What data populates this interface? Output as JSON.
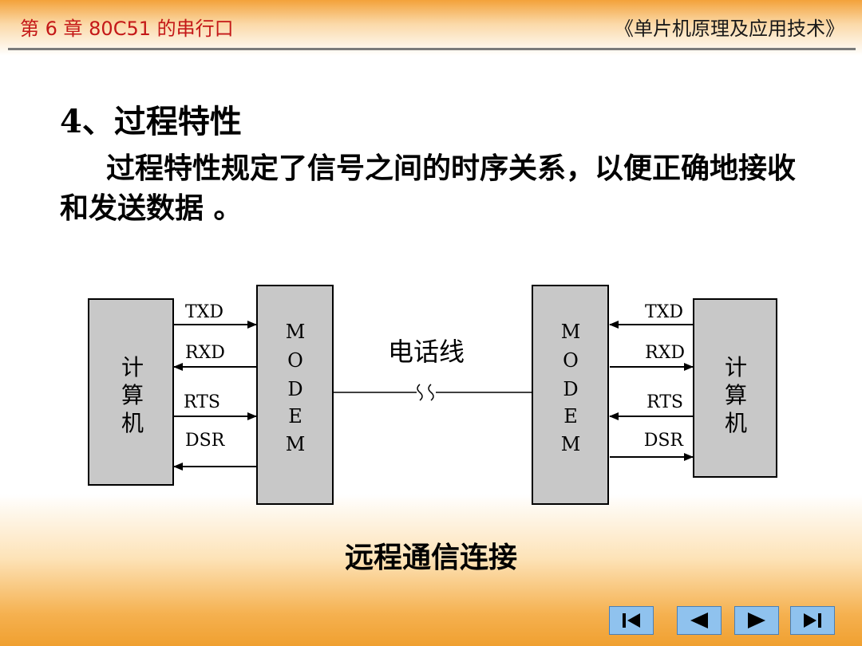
{
  "header": {
    "chapter": "第 6 章 80C51 的串行口",
    "book_title": "《单片机原理及应用技术》"
  },
  "section": {
    "heading": "4、过程特性",
    "paragraph": "过程特性规定了信号之间的时序关系，以便正确地接收和发送数据 。"
  },
  "diagram": {
    "left_computer": [
      "计",
      "算",
      "机"
    ],
    "right_computer": [
      "计",
      "算",
      "机"
    ],
    "modem_letters": [
      "M",
      "O",
      "D",
      "E",
      "M"
    ],
    "phone_line_label": "电话线",
    "left_signals": [
      "TXD",
      "RXD",
      "RTS",
      "DSR"
    ],
    "right_signals": [
      "TXD",
      "RXD",
      "RTS",
      "DSR"
    ]
  },
  "caption": "远程通信连接",
  "nav": {
    "first": "first-page",
    "prev": "previous-page",
    "next": "next-page",
    "last": "last-page"
  },
  "colors": {
    "header_chapter": "#c41818",
    "box_fill": "#c8c8c8",
    "nav_button": "#8fc2ee"
  }
}
